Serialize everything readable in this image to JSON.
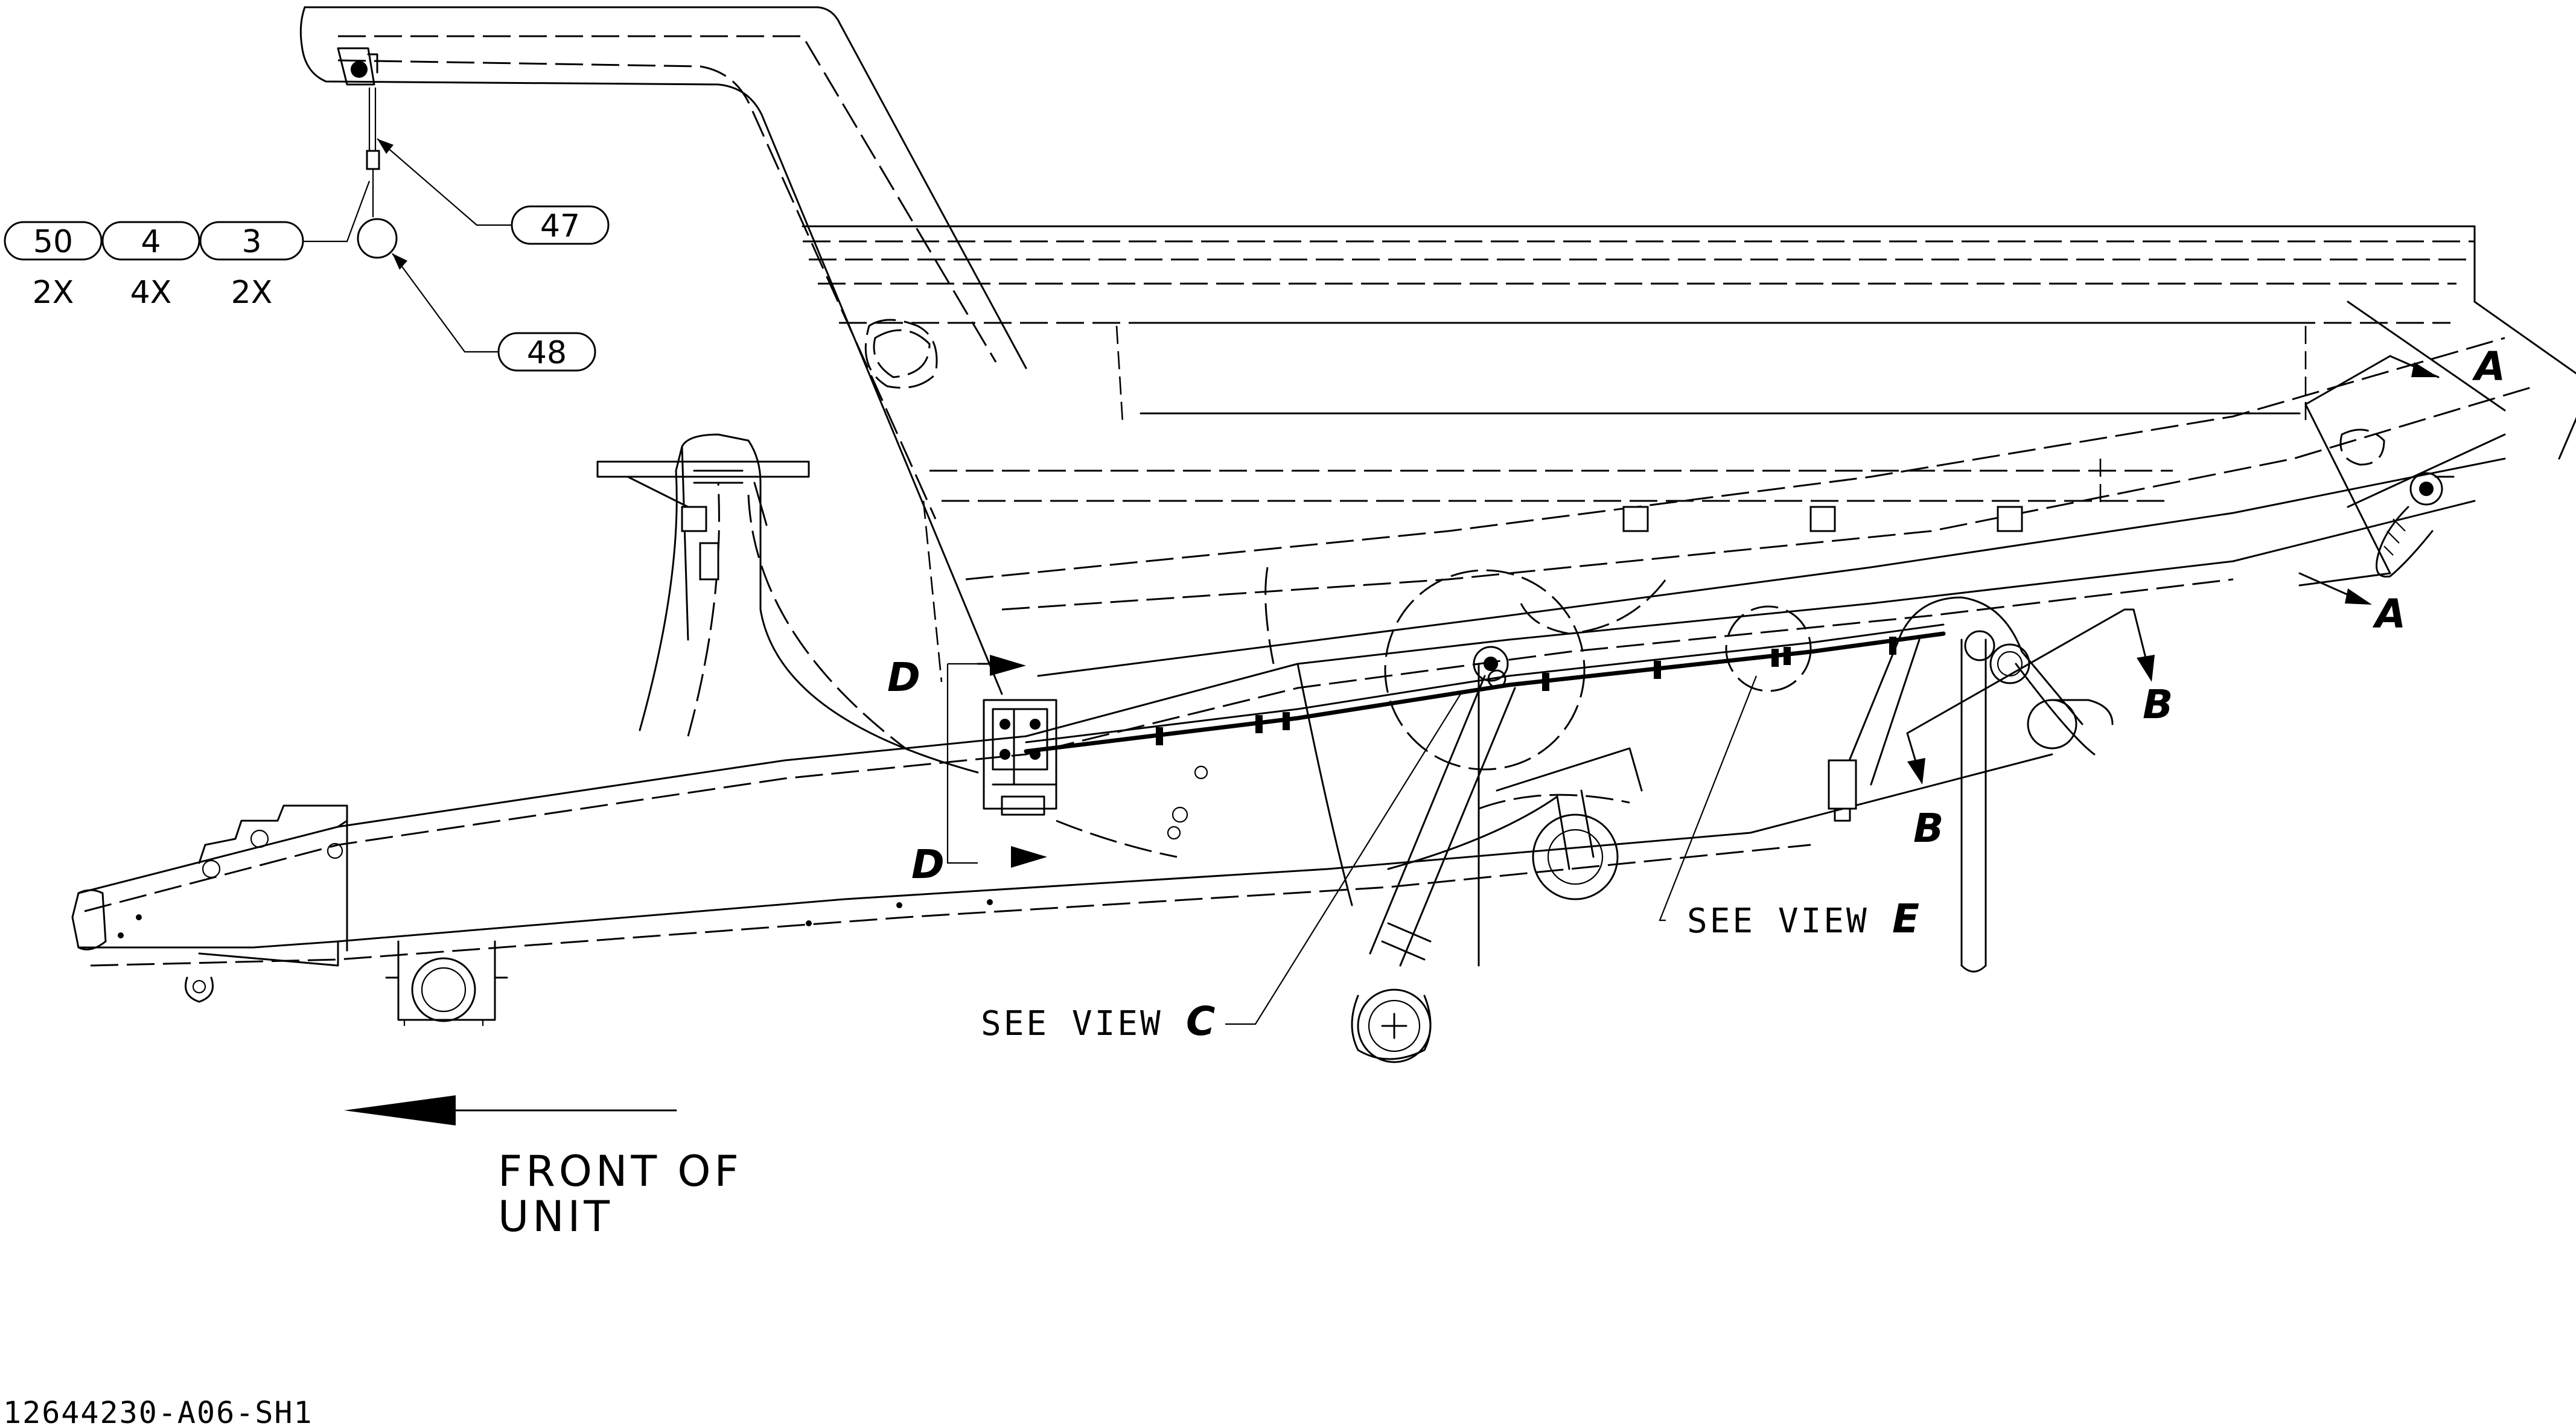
{
  "callouts": {
    "c50": {
      "number": "50",
      "qty": "2X"
    },
    "c4": {
      "number": "4",
      "qty": "4X"
    },
    "c3": {
      "number": "3",
      "qty": "2X"
    },
    "c47": {
      "number": "47"
    },
    "c48": {
      "number": "48"
    }
  },
  "section_marks": {
    "a_top": "A",
    "a_bottom": "A",
    "b_right": "B",
    "b_bottom": "B",
    "d_top": "D",
    "d_bottom": "D"
  },
  "view_labels": {
    "see_view_c_text": "SEE VIEW",
    "see_view_c_letter": "C",
    "see_view_e_text": "SEE VIEW",
    "see_view_e_letter": "E"
  },
  "front_label": {
    "line1": "FRONT OF",
    "line2": "UNIT"
  },
  "drawing_number": "12644230-A06-SH1"
}
